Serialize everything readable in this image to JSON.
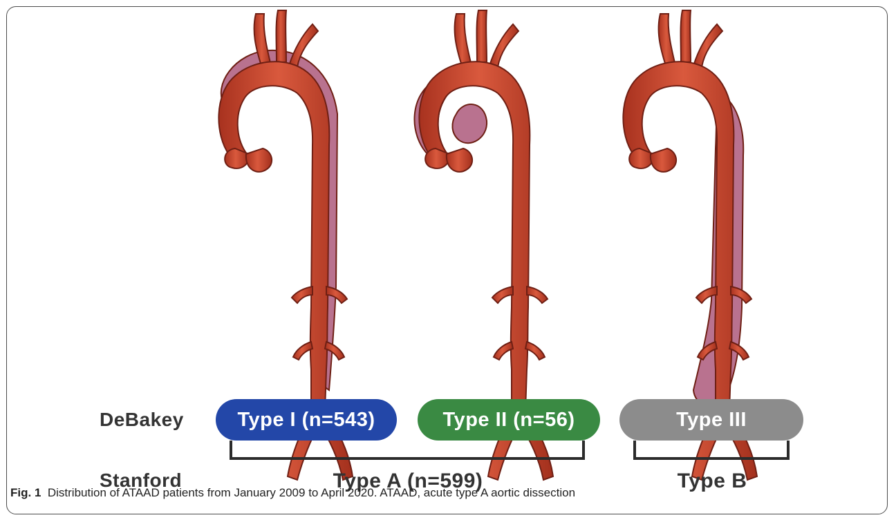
{
  "debakey_label": "DeBakey",
  "stanford_label": "Stanford",
  "debakey_types": [
    {
      "label": "Type I (n=543)",
      "color": "#2347a8"
    },
    {
      "label": "Type II (n=56)",
      "color": "#3a8a43"
    },
    {
      "label": "Type III",
      "color": "#8c8c8c"
    }
  ],
  "stanford_types": [
    {
      "label": "Type A (n=599)"
    },
    {
      "label": "Type B"
    }
  ],
  "caption": {
    "label": "Fig. 1",
    "text": "Distribution of ATAAD patients from January 2009 to April 2020. ATAAD, acute type A aortic dissection"
  },
  "colors": {
    "aorta": "#c9432c",
    "aorta_outline": "#6e1f14",
    "false_lumen": "#b9728f"
  }
}
